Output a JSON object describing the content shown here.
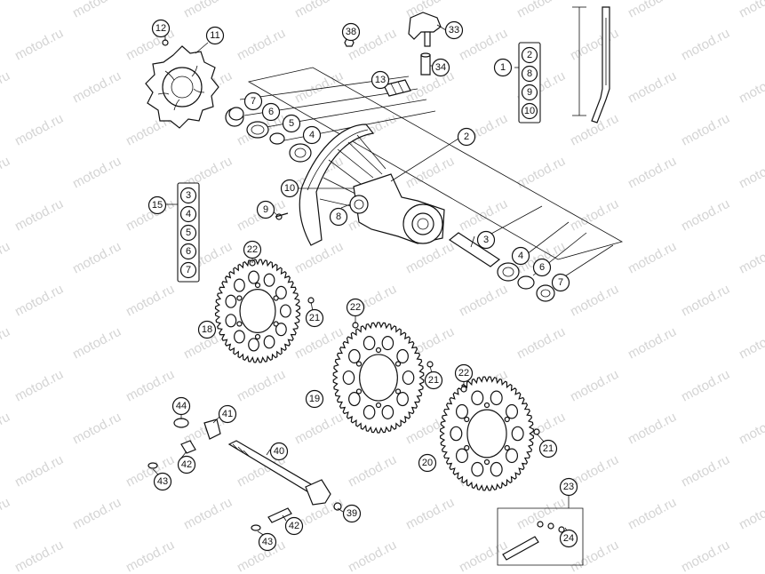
{
  "watermark": "motod.ru",
  "callouts": [
    {
      "id": "c12",
      "label": "12"
    },
    {
      "id": "c11",
      "label": "11"
    },
    {
      "id": "c38",
      "label": "38"
    },
    {
      "id": "c33",
      "label": "33"
    },
    {
      "id": "c34",
      "label": "34"
    },
    {
      "id": "c13",
      "label": "13"
    },
    {
      "id": "c7a",
      "label": "7"
    },
    {
      "id": "c6a",
      "label": "6"
    },
    {
      "id": "c5a",
      "label": "5"
    },
    {
      "id": "c4a",
      "label": "4"
    },
    {
      "id": "c2",
      "label": "2"
    },
    {
      "id": "c1",
      "label": "1"
    },
    {
      "id": "c10",
      "label": "10"
    },
    {
      "id": "c9",
      "label": "9"
    },
    {
      "id": "c8",
      "label": "8"
    },
    {
      "id": "c15",
      "label": "15"
    },
    {
      "id": "c3b",
      "label": "3"
    },
    {
      "id": "c4b",
      "label": "4"
    },
    {
      "id": "c6b",
      "label": "6"
    },
    {
      "id": "c7b",
      "label": "7"
    },
    {
      "id": "c22a",
      "label": "22"
    },
    {
      "id": "c21a",
      "label": "21"
    },
    {
      "id": "c18",
      "label": "18"
    },
    {
      "id": "c22b",
      "label": "22"
    },
    {
      "id": "c21b",
      "label": "21"
    },
    {
      "id": "c19",
      "label": "19"
    },
    {
      "id": "c22c",
      "label": "22"
    },
    {
      "id": "c21c",
      "label": "21"
    },
    {
      "id": "c20",
      "label": "20"
    },
    {
      "id": "c44",
      "label": "44"
    },
    {
      "id": "c41",
      "label": "41"
    },
    {
      "id": "c42a",
      "label": "42"
    },
    {
      "id": "c43a",
      "label": "43"
    },
    {
      "id": "c40",
      "label": "40"
    },
    {
      "id": "c39",
      "label": "39"
    },
    {
      "id": "c42b",
      "label": "42"
    },
    {
      "id": "c43b",
      "label": "43"
    },
    {
      "id": "c23",
      "label": "23"
    },
    {
      "id": "c24",
      "label": "24"
    }
  ],
  "groups": [
    {
      "id": "g1",
      "items": [
        "2",
        "8",
        "9",
        "10"
      ]
    },
    {
      "id": "g15",
      "items": [
        "3",
        "4",
        "5",
        "6",
        "7"
      ]
    }
  ]
}
